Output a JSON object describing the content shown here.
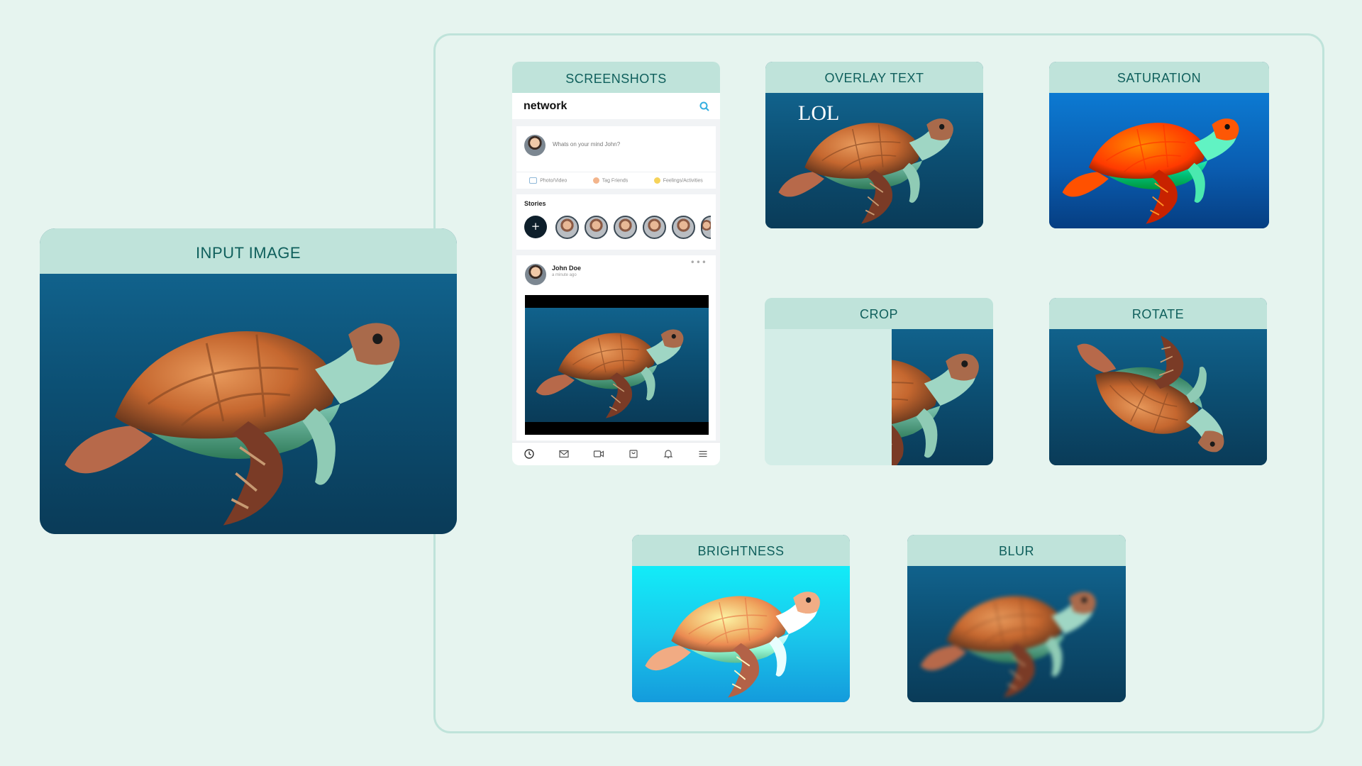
{
  "cards": {
    "input": "INPUT IMAGE",
    "screenshots": "SCREENSHOTS",
    "overlay_text": "OVERLAY TEXT",
    "saturation": "SATURATION",
    "crop": "CROP",
    "rotate": "ROTATE",
    "brightness": "BRIGHTNESS",
    "blur": "BLUR"
  },
  "overlay": {
    "text": "LOL"
  },
  "phone": {
    "app_title": "network",
    "compose_placeholder": "Whats on your mind John?",
    "actions": [
      "Photo/Video",
      "Tag Friends",
      "Feelings/Activities"
    ],
    "stories_label": "Stories",
    "story_add": "+",
    "post_author": "John Doe",
    "post_time": "a minute ago",
    "post_more": "•••"
  },
  "icons": {
    "search": "search-icon",
    "nav": [
      "clock-icon",
      "mail-icon",
      "video-icon",
      "shopping-bag-icon",
      "bell-icon",
      "menu-icon"
    ]
  },
  "colors": {
    "background": "#e6f4ef",
    "card_header": "#bfe3da",
    "header_text": "#0f5f5c",
    "ocean": "#0c4f73"
  }
}
